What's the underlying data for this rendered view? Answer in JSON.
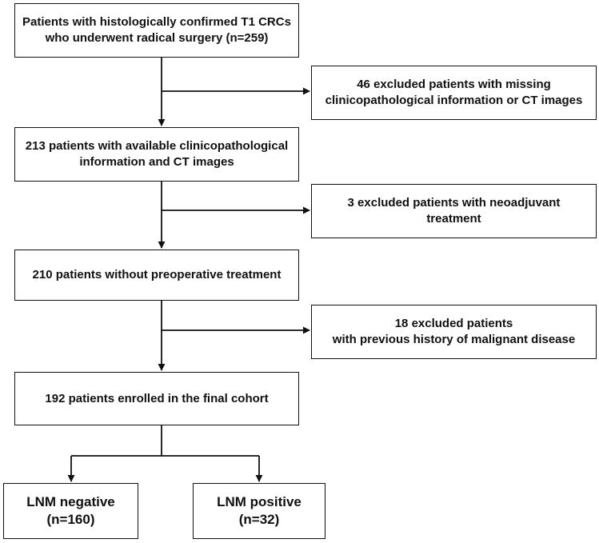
{
  "flowchart": {
    "total": {
      "lines": [
        "Patients with histologically confirmed T1 CRCs",
        "who underwent radical surgery (n=259)"
      ]
    },
    "exclusion_missing": {
      "lines": [
        "46 excluded patients with missing",
        "clinicopathological information or CT images"
      ]
    },
    "available": {
      "lines": [
        "213 patients with available clinicopathological",
        "information and CT images"
      ]
    },
    "exclusion_neoadjuvant": {
      "lines": [
        "3 excluded patients with neoadjuvant",
        "treatment"
      ]
    },
    "no_preop": {
      "lines": [
        "210 patients without preoperative treatment"
      ]
    },
    "exclusion_malignant": {
      "lines": [
        "18 excluded patients",
        "with previous history of malignant disease"
      ]
    },
    "final_cohort": {
      "lines": [
        "192 patients enrolled in the final cohort"
      ]
    },
    "lnm_negative": {
      "lines": [
        "LNM negative",
        "(n=160)"
      ]
    },
    "lnm_positive": {
      "lines": [
        "LNM positive",
        "(n=32)"
      ]
    }
  },
  "colors": {
    "line": "#111111",
    "box_border": "#111111",
    "background": "#ffffff"
  }
}
